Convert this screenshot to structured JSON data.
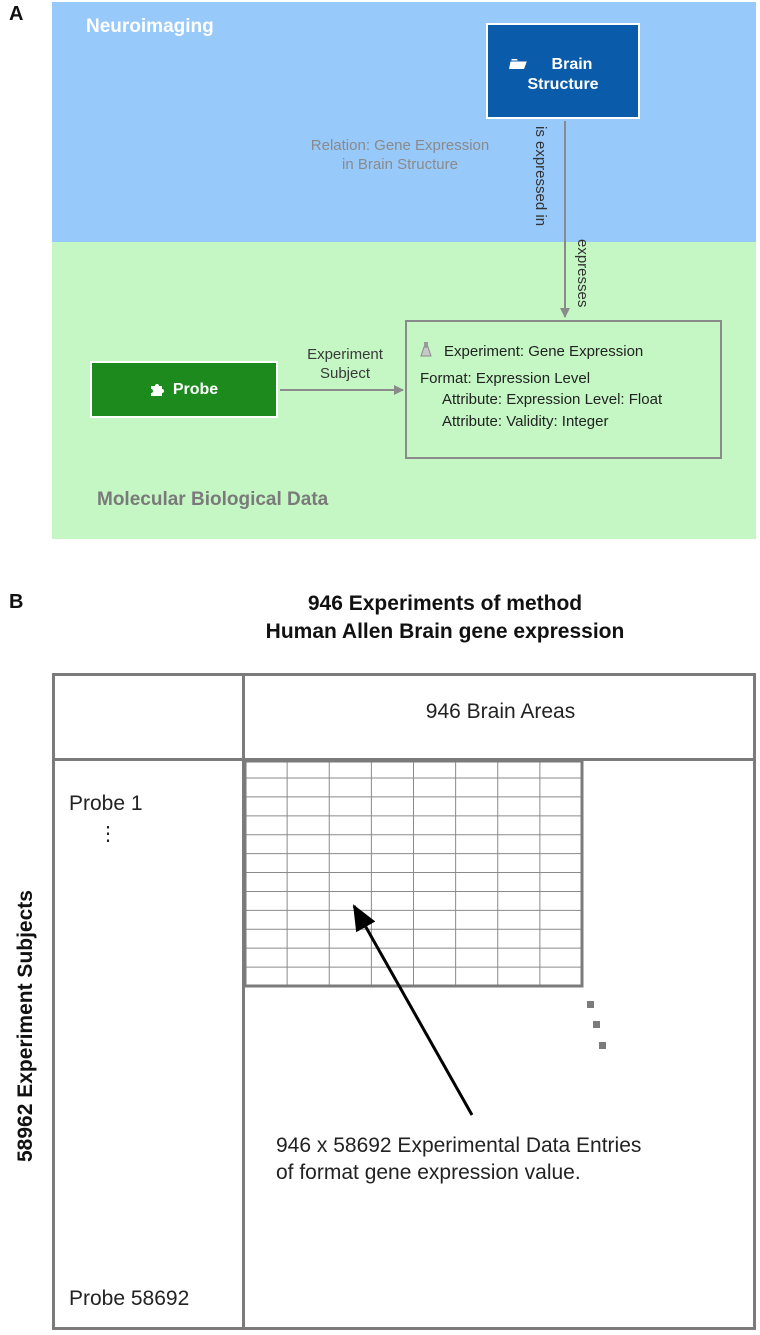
{
  "panel_a": {
    "letter": "A",
    "neuro_zone_label": "Neuroimaging",
    "molecular_zone_label": "Molecular Biological Data",
    "brain_node": {
      "line1": "Brain",
      "line2": "Structure",
      "icon": "folder-icon"
    },
    "relation_label": {
      "line1": "Relation: Gene Expression",
      "line2": "in Brain Structure"
    },
    "edge_is_expressed_in": "is expressed in",
    "edge_expresses": "expresses",
    "probe_node": {
      "label": "Probe",
      "icon": "puzzle-icon"
    },
    "experiment_subject": {
      "line1": "Experiment",
      "line2": "Subject"
    },
    "experiment_node": {
      "icon": "flask-icon",
      "title": "Experiment: Gene Expression",
      "format": "Format: Expression Level",
      "attr1": "Attribute: Expression Level: Float",
      "attr2": "Attribute: Validity: Integer"
    },
    "colors": {
      "neuro_bg": "#98c9fb",
      "molecular_bg": "#c4f7c4",
      "brain_node": "#0b5bab",
      "probe_node": "#1d8a1d",
      "edge": "#8a8a8a"
    }
  },
  "panel_b": {
    "letter": "B",
    "title_line1": "946 Experiments of method",
    "title_line2": "Human Allen Brain gene expression",
    "columns_label": "946 Brain Areas",
    "rows_label": "58962 Experiment Subjects",
    "first_row": "Probe 1",
    "vertical_ellipsis": "⋮",
    "last_row": "Probe 58692",
    "entries_line1": "946 x 58692 Experimental Data Entries",
    "entries_line2": "of format gene expression value.",
    "grid": {
      "columns": 8,
      "rows": 12
    }
  }
}
